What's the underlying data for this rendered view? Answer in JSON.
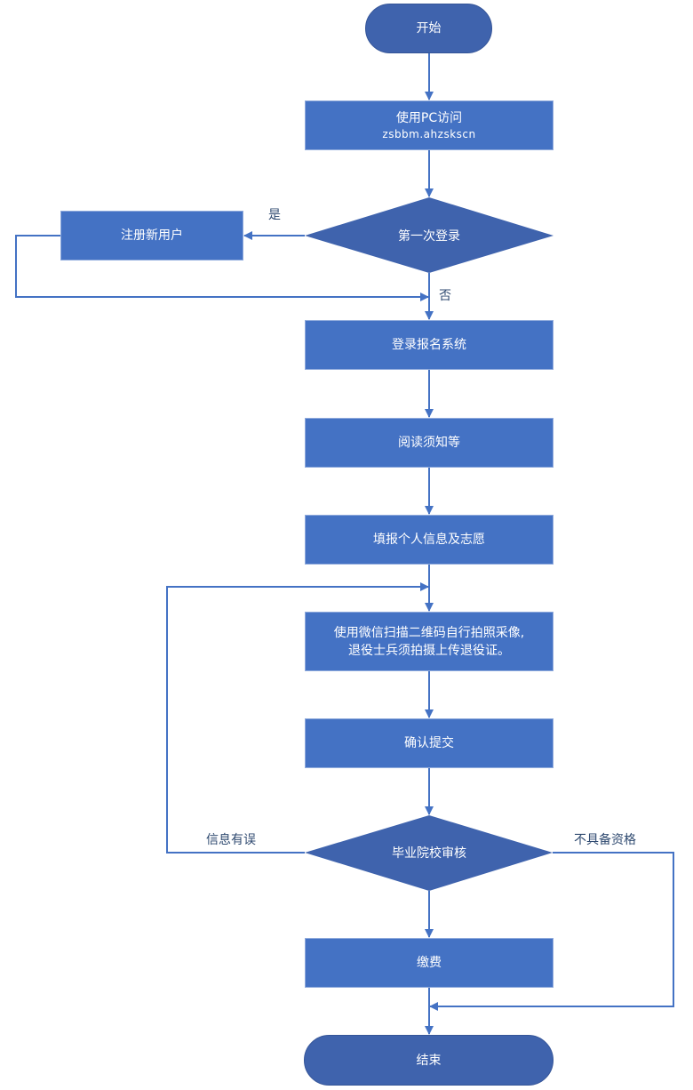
{
  "diagram": {
    "type": "flowchart",
    "colors": {
      "process_fill": "#4472C4",
      "terminal_fill": "#3F63AD",
      "decision_fill": "#3F63AD",
      "connector": "#4472C4",
      "label_text": "#2F4A70",
      "node_text": "#FFFFFF"
    },
    "nodes": {
      "start": {
        "shape": "terminal",
        "label": "开始"
      },
      "visit_pc": {
        "shape": "process",
        "label": "使用PC访问",
        "sublabel": "zsbbm.ahzskscn"
      },
      "first_login": {
        "shape": "decision",
        "label": "第一次登录"
      },
      "register": {
        "shape": "process",
        "label": "注册新用户"
      },
      "login_system": {
        "shape": "process",
        "label": "登录报名系统"
      },
      "read_notice": {
        "shape": "process",
        "label": "阅读须知等"
      },
      "fill_info": {
        "shape": "process",
        "label": "填报个人信息及志愿"
      },
      "photo": {
        "shape": "process",
        "label_line1": "使用微信扫描二维码自行拍照采像,",
        "label_line2": "退役士兵须拍摄上传退役证。"
      },
      "confirm_submit": {
        "shape": "process",
        "label": "确认提交"
      },
      "school_review": {
        "shape": "decision",
        "label": "毕业院校审核"
      },
      "payment": {
        "shape": "process",
        "label": "缴费"
      },
      "end": {
        "shape": "terminal",
        "label": "结束"
      }
    },
    "edge_labels": {
      "yes": "是",
      "no": "否",
      "info_error": "信息有误",
      "not_qualified": "不具备资格"
    },
    "edges": [
      {
        "from": "start",
        "to": "visit_pc"
      },
      {
        "from": "visit_pc",
        "to": "first_login"
      },
      {
        "from": "first_login",
        "to": "register",
        "label": "是"
      },
      {
        "from": "register",
        "to": "login_system"
      },
      {
        "from": "first_login",
        "to": "login_system",
        "label": "否"
      },
      {
        "from": "login_system",
        "to": "read_notice"
      },
      {
        "from": "read_notice",
        "to": "fill_info"
      },
      {
        "from": "fill_info",
        "to": "photo"
      },
      {
        "from": "photo",
        "to": "confirm_submit"
      },
      {
        "from": "confirm_submit",
        "to": "school_review"
      },
      {
        "from": "school_review",
        "to": "photo",
        "label": "信息有误"
      },
      {
        "from": "school_review",
        "to": "payment"
      },
      {
        "from": "school_review",
        "to": "end",
        "label": "不具备资格"
      },
      {
        "from": "payment",
        "to": "end"
      }
    ]
  }
}
